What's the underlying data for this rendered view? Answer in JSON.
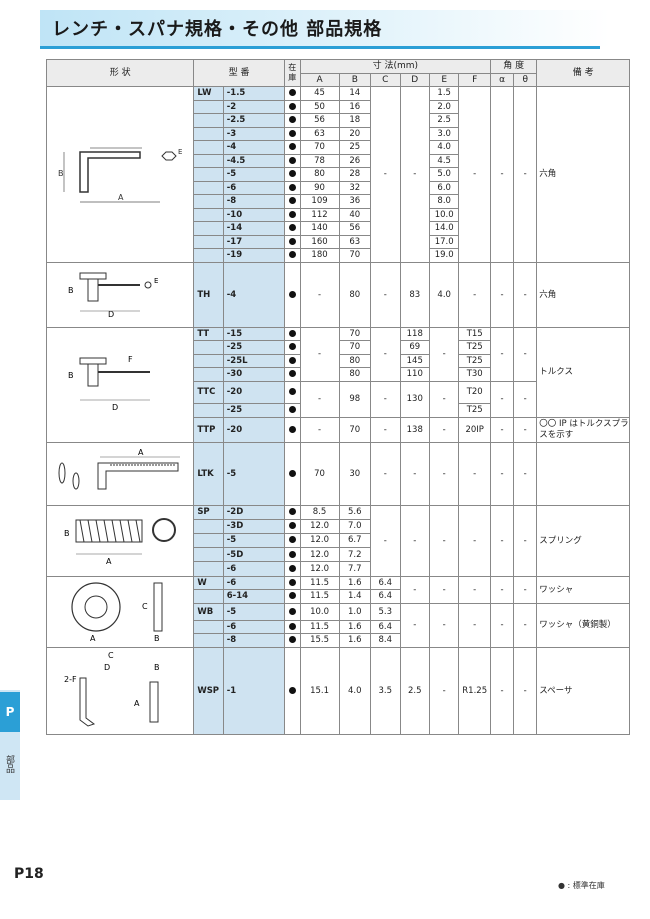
{
  "title": "レンチ・スパナ規格・その他 部品規格",
  "page_number": "P18",
  "side_tab": {
    "letter": "P",
    "label": "部品"
  },
  "legend": "● : 標準在庫",
  "headers": {
    "shape": "形 状",
    "model": "型 番",
    "stock": "在庫",
    "dimension": "寸 法(mm)",
    "angle": "角 度",
    "remarks": "備 考"
  },
  "subheaders": [
    "A",
    "B",
    "C",
    "D",
    "E",
    "F",
    "α",
    "θ"
  ],
  "stock_mark": "●",
  "dash": "-",
  "lw": {
    "prefix": "LW",
    "rows": [
      [
        "-1.5",
        "45",
        "14",
        "1.5"
      ],
      [
        "-2",
        "50",
        "16",
        "2.0"
      ],
      [
        "-2.5",
        "56",
        "18",
        "2.5"
      ],
      [
        "-3",
        "63",
        "20",
        "3.0"
      ],
      [
        "-4",
        "70",
        "25",
        "4.0"
      ],
      [
        "-4.5",
        "78",
        "26",
        "4.5"
      ],
      [
        "-5",
        "80",
        "28",
        "5.0"
      ],
      [
        "-6",
        "90",
        "32",
        "6.0"
      ],
      [
        "-8",
        "109",
        "36",
        "8.0"
      ],
      [
        "-10",
        "112",
        "40",
        "10.0"
      ],
      [
        "-14",
        "140",
        "56",
        "14.0"
      ],
      [
        "-17",
        "160",
        "63",
        "17.0"
      ],
      [
        "-19",
        "180",
        "70",
        "19.0"
      ]
    ],
    "remark": "六角",
    "fig_labels": {
      "b": "B",
      "a": "A",
      "e": "E"
    }
  },
  "th": {
    "prefix": "TH",
    "code": "-4",
    "a": "-",
    "b": "80",
    "c": "-",
    "d": "83",
    "e": "4.0",
    "f": "-",
    "alpha": "-",
    "theta": "-",
    "remark": "六角",
    "fig_labels": {
      "b": "B",
      "d": "D",
      "e": "E"
    }
  },
  "tt": {
    "prefix": "TT",
    "rows": [
      [
        "-15",
        "70",
        "118",
        "T15"
      ],
      [
        "-25",
        "70",
        "69",
        "T25"
      ],
      [
        "-25L",
        "80",
        "145",
        "T25"
      ],
      [
        "-30",
        "80",
        "110",
        "T30"
      ]
    ],
    "remark": "トルクス",
    "fig_labels": {
      "f": "F",
      "b": "B",
      "d": "D"
    }
  },
  "ttc": {
    "prefix": "TTC",
    "rows": [
      [
        "-20",
        "T20"
      ],
      [
        "-25",
        "T25"
      ]
    ],
    "b": "98",
    "d": "130"
  },
  "ttp": {
    "prefix": "TTP",
    "code": "-20",
    "b": "70",
    "d": "138",
    "f": "20IP",
    "remark": "〇〇 IP はトルクスプラスを示す"
  },
  "ltk": {
    "prefix": "LTK",
    "code": "-5",
    "a": "70",
    "b": "30",
    "fig_labels": {
      "a": "A"
    }
  },
  "sp": {
    "prefix": "SP",
    "rows": [
      [
        "-2D",
        "8.5",
        "5.6"
      ],
      [
        "-3D",
        "12.0",
        "7.0"
      ],
      [
        "-5",
        "12.0",
        "6.7"
      ],
      [
        "-5D",
        "12.0",
        "7.2"
      ],
      [
        "-6",
        "12.0",
        "7.7"
      ]
    ],
    "remark": "スプリング",
    "fig_labels": {
      "b": "B",
      "a": "A"
    }
  },
  "w": {
    "prefix": "W",
    "rows": [
      [
        "-6",
        "11.5",
        "1.6",
        "6.4"
      ],
      [
        "6-14",
        "11.5",
        "1.4",
        "6.4"
      ]
    ],
    "remark": "ワッシャ",
    "fig_labels": {
      "c": "C",
      "a": "A",
      "b": "B"
    }
  },
  "wb": {
    "prefix": "WB",
    "rows": [
      [
        "-5",
        "10.0",
        "1.0",
        "5.3"
      ],
      [
        "-6",
        "11.5",
        "1.6",
        "6.4"
      ],
      [
        "-8",
        "15.5",
        "1.6",
        "8.4"
      ]
    ],
    "remark": "ワッシャ（黄銅製）"
  },
  "wsp": {
    "prefix": "WSP",
    "code": "-1",
    "a": "15.1",
    "b": "4.0",
    "c": "3.5",
    "d": "2.5",
    "e": "-",
    "f": "R1.25",
    "alpha": "-",
    "theta": "-",
    "remark": "スペーサ",
    "fig_labels": {
      "c": "C",
      "d": "D",
      "f": "2-F",
      "b": "B",
      "a": "A"
    }
  }
}
